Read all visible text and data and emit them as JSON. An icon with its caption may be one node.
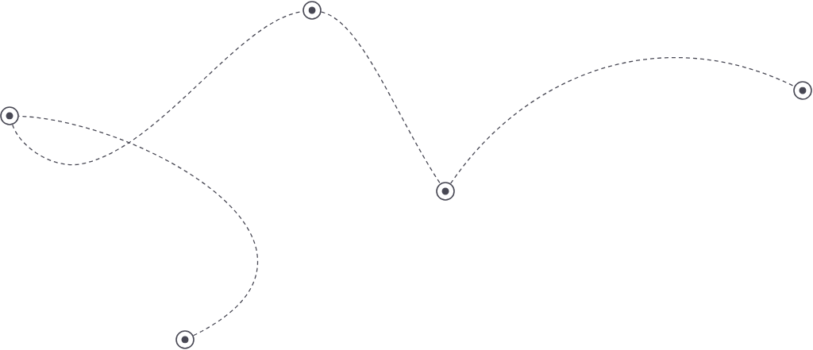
{
  "diagram": {
    "nodes": [
      {
        "text": [],
        "shape": "circle"
      },
      {
        "text": [],
        "shape": "circle"
      },
      {
        "text": [],
        "shape": "circle"
      },
      {
        "text": [],
        "shape": "circle"
      },
      {
        "text": [],
        "shape": "circle"
      }
    ],
    "edges": [
      {
        "from": 1,
        "to": 0,
        "arrow": "none",
        "style": "dashed"
      },
      {
        "from": 0,
        "to": 2,
        "arrow": "none",
        "style": "dashed"
      },
      {
        "from": 2,
        "to": 3,
        "arrow": "none",
        "style": "dashed"
      },
      {
        "from": 3,
        "to": 4,
        "arrow": "none",
        "style": "dashed"
      }
    ]
  }
}
